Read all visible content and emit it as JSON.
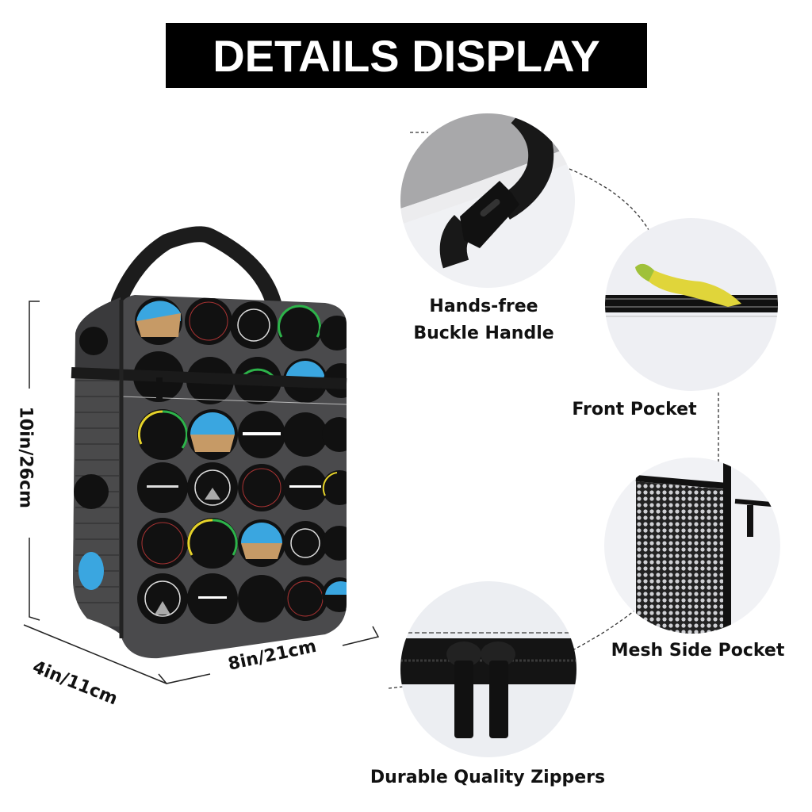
{
  "banner": {
    "title": "DETAILS DISPLAY"
  },
  "dimensions": {
    "height": "10in/26cm",
    "depth": "4in/11cm",
    "width": "8in/21cm"
  },
  "features": [
    {
      "label_line1": "Hands-free",
      "label_line2": "Buckle Handle",
      "icon": "buckle-handle-closeup"
    },
    {
      "label": "Front Pocket",
      "icon": "front-pocket-banana-closeup"
    },
    {
      "label": "Mesh Side Pocket",
      "icon": "mesh-pocket-closeup"
    },
    {
      "label": "Durable Quality Zippers",
      "icon": "zipper-pulls-closeup"
    }
  ],
  "product": {
    "name": "lunch-bag-flight-instruments-print",
    "colors": {
      "body": "#4a4a4c",
      "gauge": "#111111",
      "sky": "#3aa6e0",
      "ground": "#c69a66",
      "arc_green": "#2db34a",
      "arc_yellow": "#e6d32a"
    }
  }
}
